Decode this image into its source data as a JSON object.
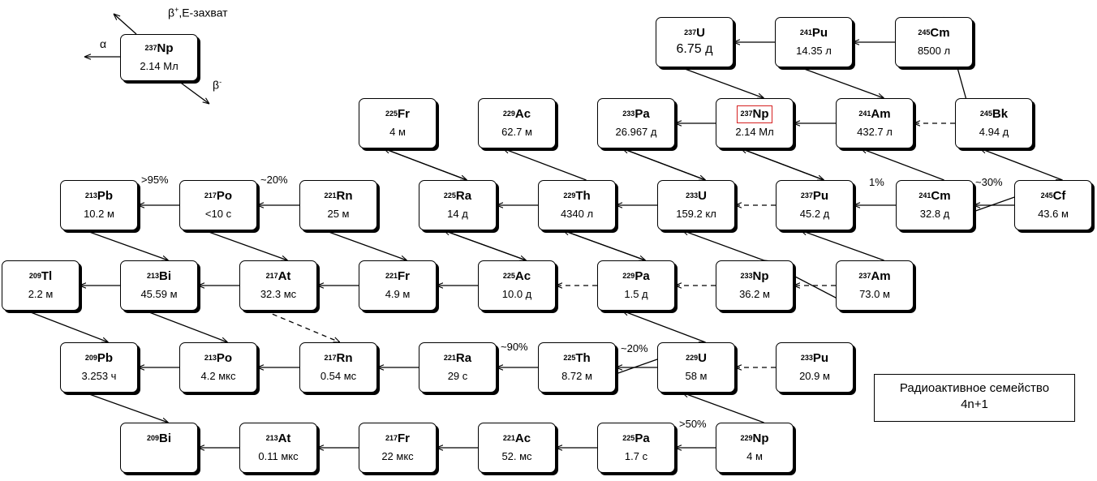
{
  "legend": {
    "nuclide": {
      "A": "237",
      "el": "Np",
      "hl": "2.14 Мл"
    },
    "alpha": "α",
    "beta_plus": "β+,E-захват",
    "beta_plus_base": "β",
    "beta_plus_sup": "+",
    "beta_plus_rest": ",E-захват",
    "beta_minus_base": "β",
    "beta_minus_sup": "-"
  },
  "nodes": [
    {
      "id": "u237",
      "A": "237",
      "el": "U",
      "hl": "6.75 д"
    },
    {
      "id": "pu241",
      "A": "241",
      "el": "Pu",
      "hl": "14.35 л"
    },
    {
      "id": "cm245",
      "A": "245",
      "el": "Cm",
      "hl": "8500 л"
    },
    {
      "id": "fr225",
      "A": "225",
      "el": "Fr",
      "hl": "4 м"
    },
    {
      "id": "ac229",
      "A": "229",
      "el": "Ac",
      "hl": "62.7 м"
    },
    {
      "id": "pa233",
      "A": "233",
      "el": "Pa",
      "hl": "26.967 д"
    },
    {
      "id": "np237",
      "A": "237",
      "el": "Np",
      "hl": "2.14 Мл"
    },
    {
      "id": "am241",
      "A": "241",
      "el": "Am",
      "hl": "432.7 л"
    },
    {
      "id": "bk245",
      "A": "245",
      "el": "Bk",
      "hl": "4.94 д"
    },
    {
      "id": "pb213",
      "A": "213",
      "el": "Pb",
      "hl": "10.2 м"
    },
    {
      "id": "po217",
      "A": "217",
      "el": "Po",
      "hl": "<10 с"
    },
    {
      "id": "rn221",
      "A": "221",
      "el": "Rn",
      "hl": "25 м"
    },
    {
      "id": "ra225",
      "A": "225",
      "el": "Ra",
      "hl": "14 д"
    },
    {
      "id": "th229",
      "A": "229",
      "el": "Th",
      "hl": "4340 л"
    },
    {
      "id": "u233",
      "A": "233",
      "el": "U",
      "hl": "159.2 кл"
    },
    {
      "id": "pu237",
      "A": "237",
      "el": "Pu",
      "hl": "45.2 д"
    },
    {
      "id": "cm241",
      "A": "241",
      "el": "Cm",
      "hl": "32.8 д"
    },
    {
      "id": "cf245",
      "A": "245",
      "el": "Cf",
      "hl": "43.6 м"
    },
    {
      "id": "tl209",
      "A": "209",
      "el": "Tl",
      "hl": "2.2 м"
    },
    {
      "id": "bi213",
      "A": "213",
      "el": "Bi",
      "hl": "45.59 м"
    },
    {
      "id": "at217",
      "A": "217",
      "el": "At",
      "hl": "32.3 мс"
    },
    {
      "id": "fr221",
      "A": "221",
      "el": "Fr",
      "hl": "4.9 м"
    },
    {
      "id": "ac225",
      "A": "225",
      "el": "Ac",
      "hl": "10.0 д"
    },
    {
      "id": "pa229",
      "A": "229",
      "el": "Pa",
      "hl": "1.5 д"
    },
    {
      "id": "np233",
      "A": "233",
      "el": "Np",
      "hl": "36.2 м"
    },
    {
      "id": "am237",
      "A": "237",
      "el": "Am",
      "hl": "73.0 м"
    },
    {
      "id": "pb209",
      "A": "209",
      "el": "Pb",
      "hl": "3.253 ч"
    },
    {
      "id": "po213",
      "A": "213",
      "el": "Po",
      "hl": "4.2 мкс"
    },
    {
      "id": "rn217",
      "A": "217",
      "el": "Rn",
      "hl": "0.54 мс"
    },
    {
      "id": "ra221",
      "A": "221",
      "el": "Ra",
      "hl": "29 с"
    },
    {
      "id": "th225",
      "A": "225",
      "el": "Th",
      "hl": "8.72 м"
    },
    {
      "id": "u229",
      "A": "229",
      "el": "U",
      "hl": "58 м"
    },
    {
      "id": "pu233",
      "A": "233",
      "el": "Pu",
      "hl": "20.9 м"
    },
    {
      "id": "bi209",
      "A": "209",
      "el": "Bi",
      "hl": ""
    },
    {
      "id": "at213",
      "A": "213",
      "el": "At",
      "hl": "0.11 мкс"
    },
    {
      "id": "fr217",
      "A": "217",
      "el": "Fr",
      "hl": "22 мкс"
    },
    {
      "id": "ac221",
      "A": "221",
      "el": "Ac",
      "hl": "52. мс"
    },
    {
      "id": "pa225",
      "A": "225",
      "el": "Pa",
      "hl": "1.7 с"
    },
    {
      "id": "np229",
      "A": "229",
      "el": "Np",
      "hl": "4 м"
    }
  ],
  "branch_labels": [
    "~20%",
    ">95%",
    "1%",
    "~30%",
    "~90%",
    "~20%",
    ">50%"
  ],
  "caption": {
    "line1": "Радиоактивное семейство",
    "line2": "4n+1"
  },
  "colors": {
    "highlight": "#d62020",
    "line": "#000000"
  }
}
